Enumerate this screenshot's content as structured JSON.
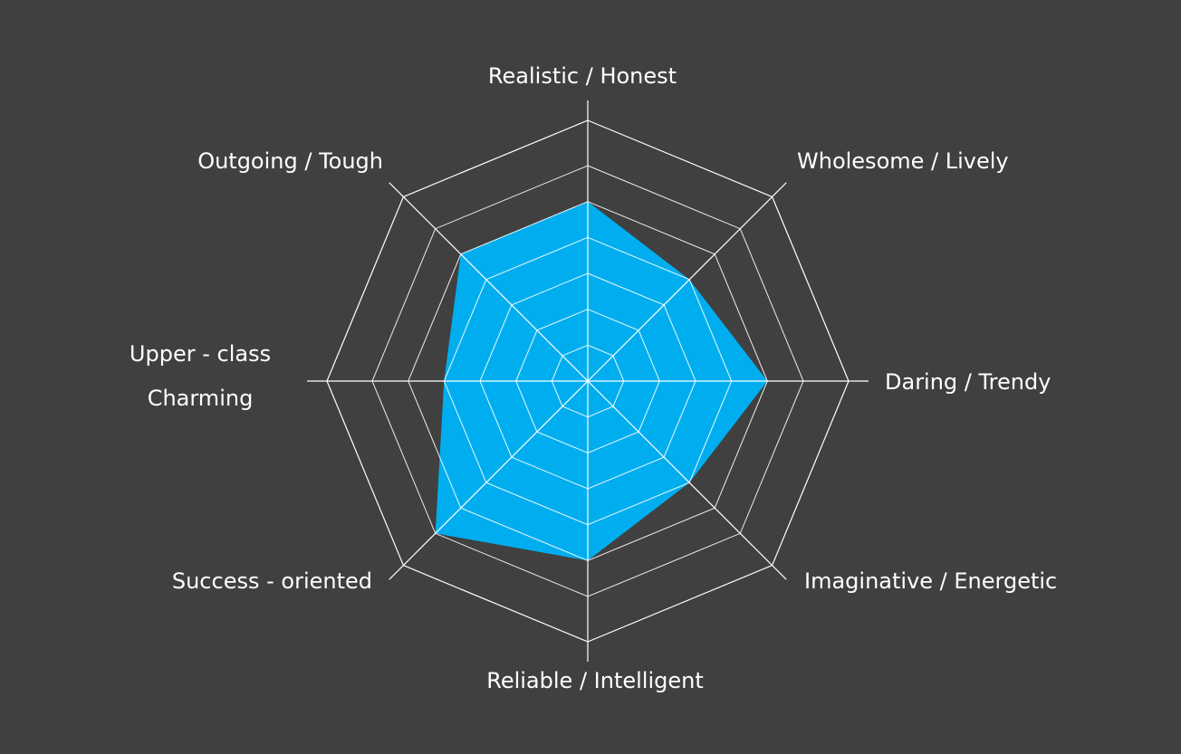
{
  "chart_data": {
    "type": "radar",
    "title": "",
    "axes": [
      {
        "lines": [
          "Realistic / Honest"
        ],
        "value": 5
      },
      {
        "lines": [
          "Wholesome / Lively"
        ],
        "value": 4
      },
      {
        "lines": [
          "Daring / Trendy"
        ],
        "value": 5
      },
      {
        "lines": [
          "Imaginative / Energetic"
        ],
        "value": 4
      },
      {
        "lines": [
          "Reliable / Intelligent"
        ],
        "value": 5
      },
      {
        "lines": [
          "Success - oriented"
        ],
        "value": 6
      },
      {
        "lines": [
          "Upper - class",
          "Charming"
        ],
        "value": 4
      },
      {
        "lines": [
          "Outgoing / Tough"
        ],
        "value": 5
      }
    ],
    "max": 6,
    "rings": 6,
    "grid": true,
    "fill_color": "#00aeef",
    "background_color": "#404040",
    "grid_color": "#ffffff"
  }
}
